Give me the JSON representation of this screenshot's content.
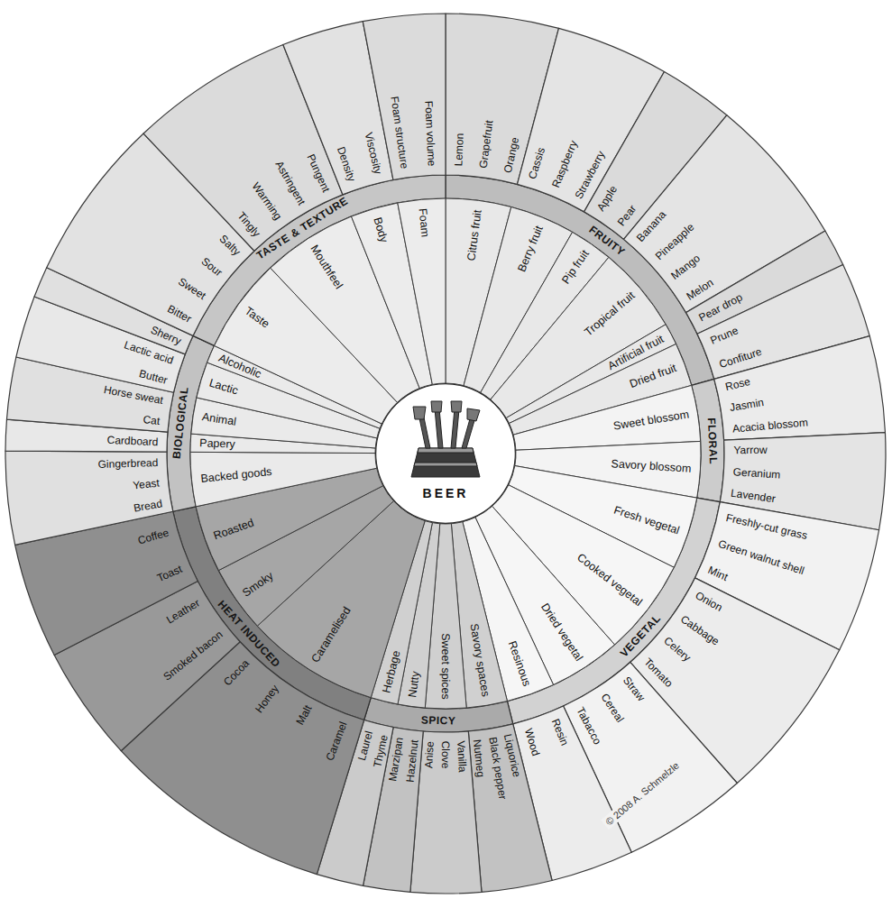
{
  "diagram": {
    "nodes": [
      {
        "text": [
          "BEER"
        ]
      },
      {
        "text": [
          "FRUITY"
        ]
      },
      {
        "text": [
          "Citrus fruit"
        ]
      },
      {
        "text": [
          "Lemon",
          "Grapefruit",
          "Orange"
        ]
      },
      {
        "text": [
          "Berry fruit"
        ]
      },
      {
        "text": [
          "Cassis",
          "Raspberry",
          "Strawberry"
        ]
      },
      {
        "text": [
          "Pip fruit"
        ]
      },
      {
        "text": [
          "Apple",
          "Pear"
        ]
      },
      {
        "text": [
          "Tropical fruit"
        ]
      },
      {
        "text": [
          "Banana",
          "Pineapple",
          "Mango",
          "Melon"
        ]
      },
      {
        "text": [
          "Artificial fruit"
        ]
      },
      {
        "text": [
          "Pear drop"
        ]
      },
      {
        "text": [
          "Dried fruit"
        ]
      },
      {
        "text": [
          "Prune",
          "Confiture"
        ]
      },
      {
        "text": [
          "FLORAL"
        ]
      },
      {
        "text": [
          "Sweet blossom"
        ]
      },
      {
        "text": [
          "Rose",
          "Jasmin",
          "Acacia blossom"
        ]
      },
      {
        "text": [
          "Savory blossom"
        ]
      },
      {
        "text": [
          "Yarrow",
          "Geranium",
          "Lavender"
        ]
      },
      {
        "text": [
          "VEGETAL"
        ]
      },
      {
        "text": [
          "Fresh vegetal"
        ]
      },
      {
        "text": [
          "Freshly-cut grass",
          "Green walnut shell",
          "Mint"
        ]
      },
      {
        "text": [
          "Cooked vegetal"
        ]
      },
      {
        "text": [
          "Onion",
          "Cabbage",
          "Celery",
          "Tomato"
        ]
      },
      {
        "text": [
          "Dried vegetal"
        ]
      },
      {
        "text": [
          "Straw",
          "Cereal",
          "Tabacco"
        ]
      },
      {
        "text": [
          "Resinous"
        ]
      },
      {
        "text": [
          "Resin",
          "Wood"
        ]
      },
      {
        "text": [
          "SPICY"
        ]
      },
      {
        "text": [
          "Savory spaces"
        ]
      },
      {
        "text": [
          "Liquorice",
          "Black pepper",
          "Nutmeg"
        ]
      },
      {
        "text": [
          "Sweet spices"
        ]
      },
      {
        "text": [
          "Vanilla",
          "Clove",
          "Anise"
        ]
      },
      {
        "text": [
          "Nutty"
        ]
      },
      {
        "text": [
          "Hazelnut",
          "Marzipan"
        ]
      },
      {
        "text": [
          "Herbage"
        ]
      },
      {
        "text": [
          "Thyme",
          "Laurel"
        ]
      },
      {
        "text": [
          "HEAT INDUCED"
        ]
      },
      {
        "text": [
          "Caramelised"
        ]
      },
      {
        "text": [
          "Caramel",
          "Malt",
          "Honey",
          "Cocoa"
        ]
      },
      {
        "text": [
          "Smoky"
        ]
      },
      {
        "text": [
          "Smoked bacon",
          "Leather"
        ]
      },
      {
        "text": [
          "Roasted"
        ]
      },
      {
        "text": [
          "Toast",
          "Coffee"
        ]
      },
      {
        "text": [
          "BIOLOGICAL"
        ]
      },
      {
        "text": [
          "Backed goods"
        ]
      },
      {
        "text": [
          "Bread",
          "Yeast",
          "Gingerbread"
        ]
      },
      {
        "text": [
          "Papery"
        ]
      },
      {
        "text": [
          "Cardboard"
        ]
      },
      {
        "text": [
          "Animal"
        ]
      },
      {
        "text": [
          "Cat",
          "Horse sweat"
        ]
      },
      {
        "text": [
          "Lactic"
        ]
      },
      {
        "text": [
          "Butter",
          "Lactic acid"
        ]
      },
      {
        "text": [
          "Alcoholic"
        ]
      },
      {
        "text": [
          "Sherry"
        ]
      },
      {
        "text": [
          "TASTE & TEXTURE"
        ]
      },
      {
        "text": [
          "Taste"
        ]
      },
      {
        "text": [
          "Bitter",
          "Sweet",
          "Sour",
          "Salty"
        ]
      },
      {
        "text": [
          "Mouthfeel"
        ]
      },
      {
        "text": [
          "Tingly",
          "Warming",
          "Astringent",
          "Pungent"
        ]
      },
      {
        "text": [
          "Body"
        ]
      },
      {
        "text": [
          "Density",
          "Viscosity"
        ]
      },
      {
        "text": [
          "Foam"
        ]
      },
      {
        "text": [
          "Foam structure",
          "Foam volume"
        ]
      }
    ],
    "labels": [
      "© 2008 A. Schmelzle"
    ]
  }
}
